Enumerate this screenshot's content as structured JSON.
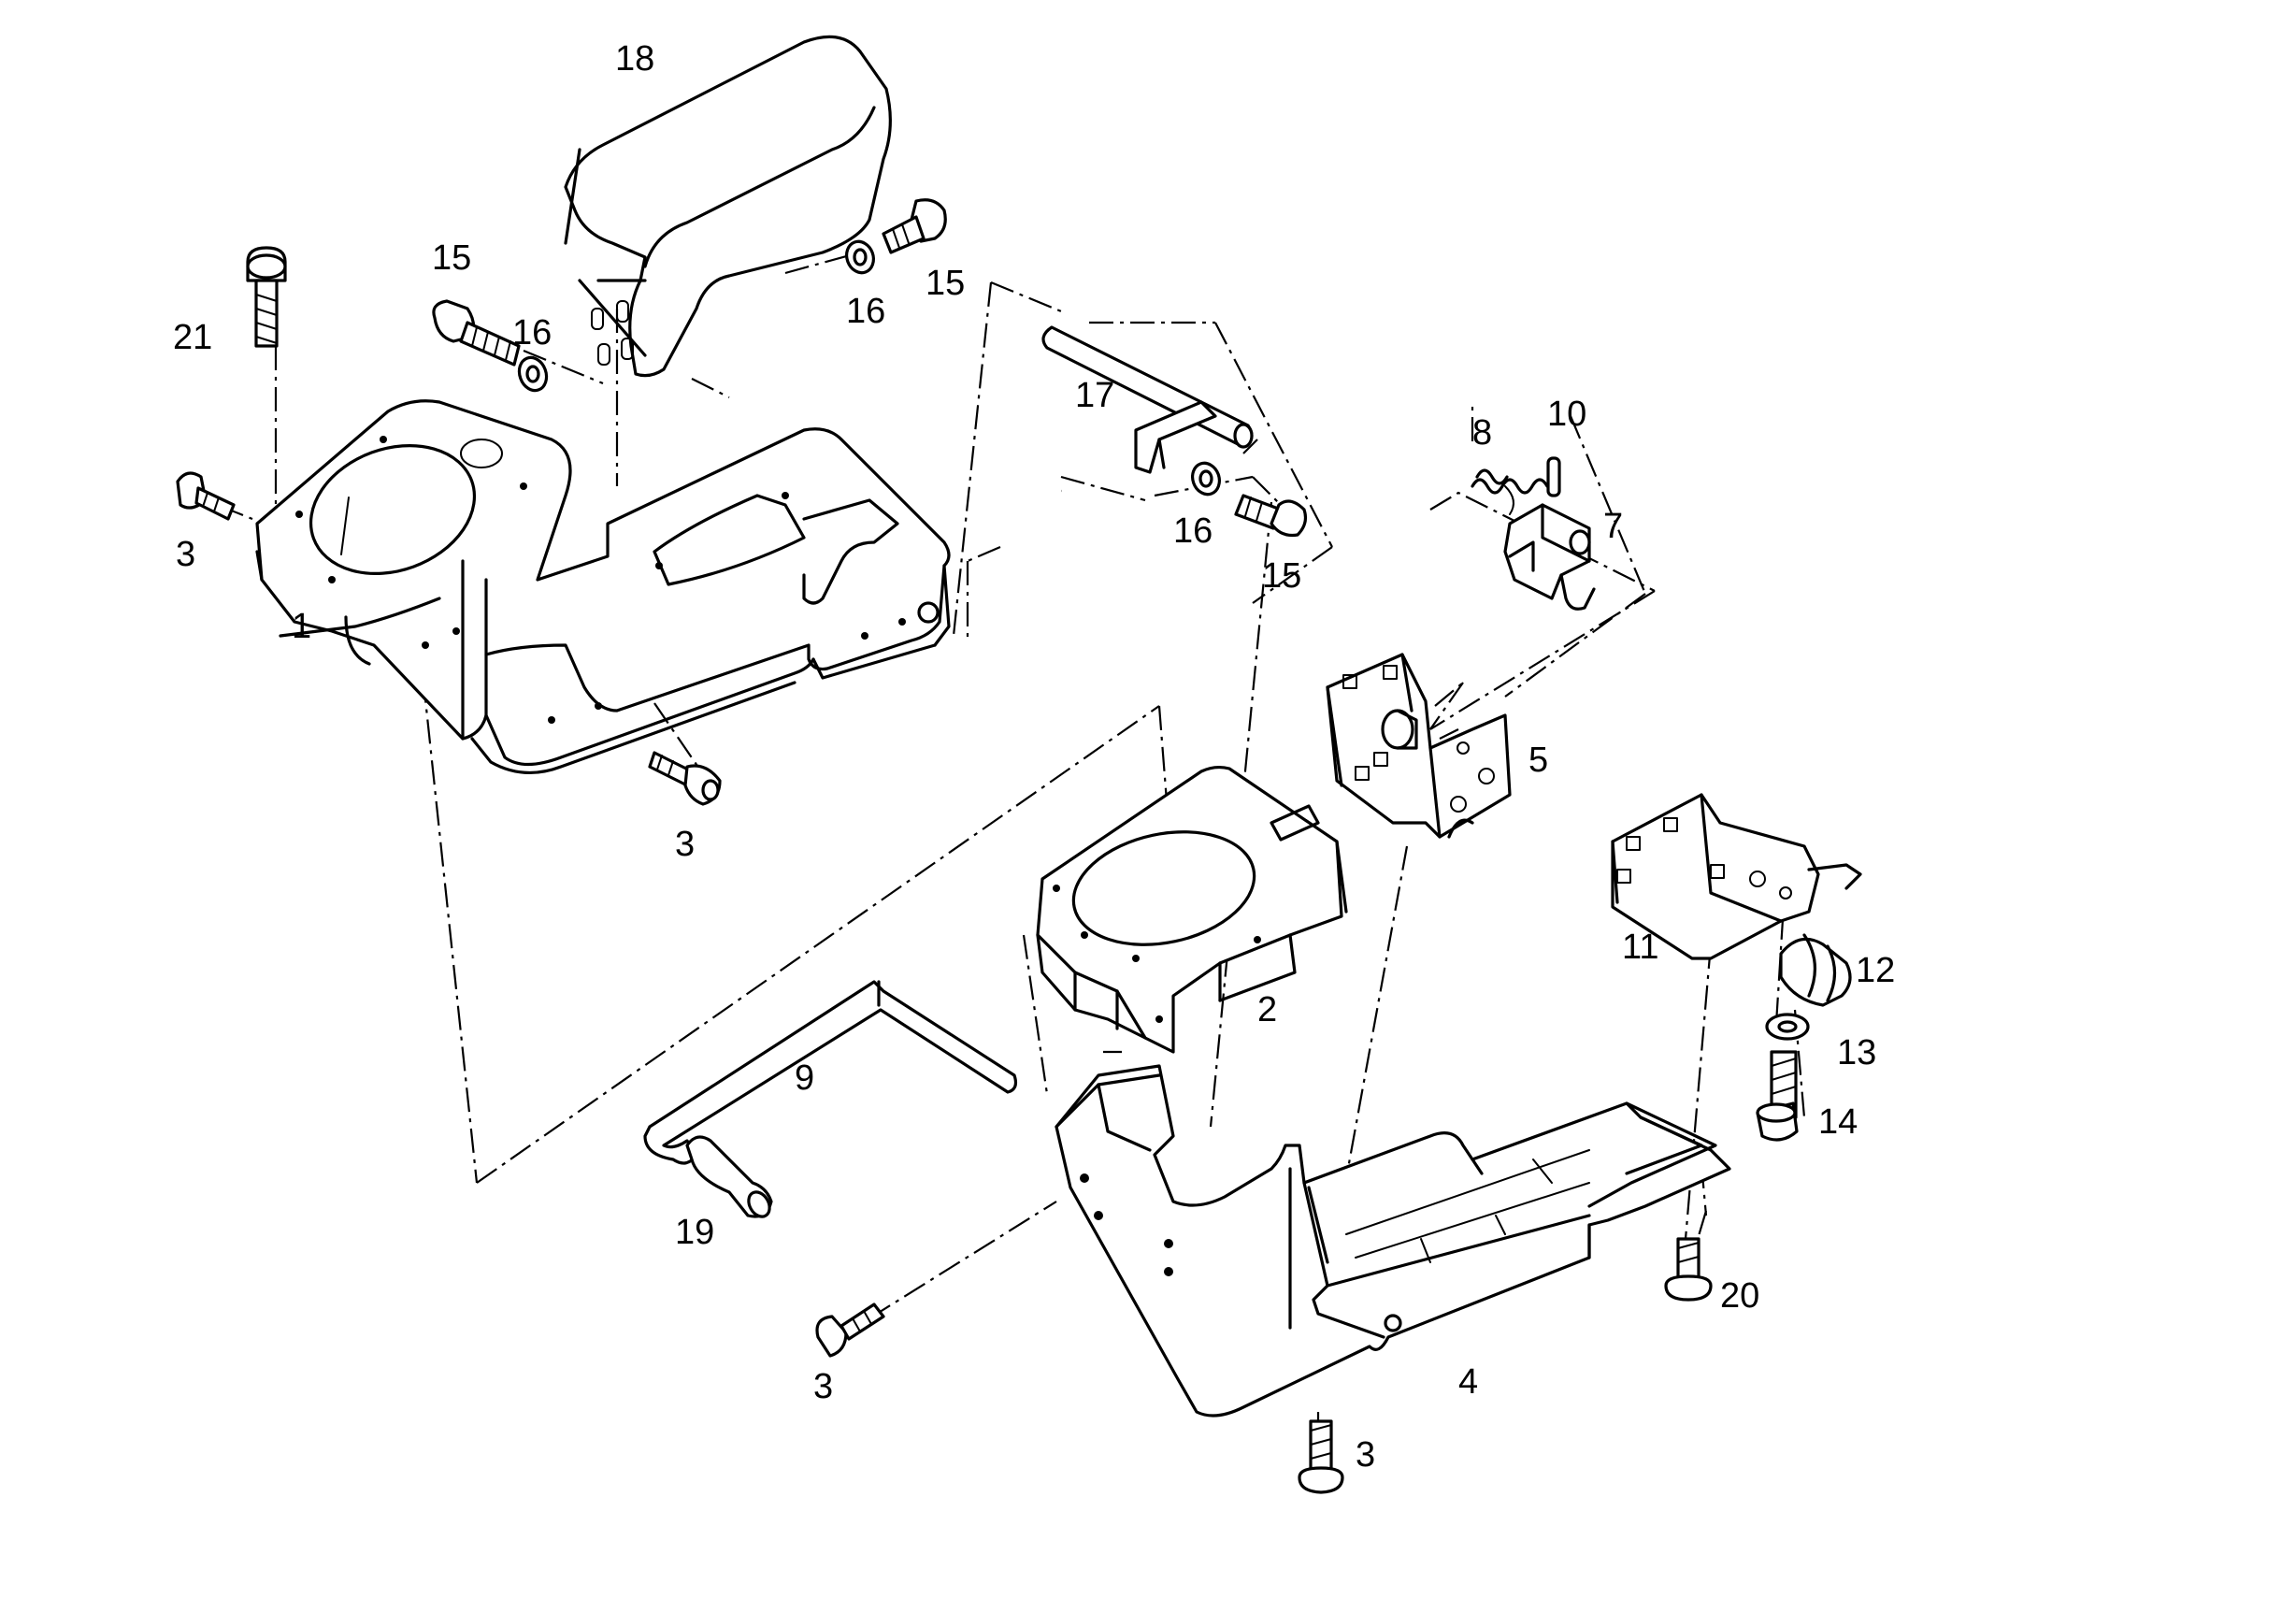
{
  "labels": {
    "n1": "1",
    "n2": "2",
    "n3a": "3",
    "n3b": "3",
    "n3c": "3",
    "n3d": "3",
    "n4": "4",
    "n5": "5",
    "n7": "7",
    "n8": "8",
    "n9": "9",
    "n10": "10",
    "n11": "11",
    "n12": "12",
    "n13": "13",
    "n14": "14",
    "n15a": "15",
    "n15b": "15",
    "n15c": "15",
    "n16a": "16",
    "n16b": "16",
    "n16c": "16",
    "n17": "17",
    "n18": "18",
    "n19": "19",
    "n20": "20",
    "n21": "21"
  }
}
